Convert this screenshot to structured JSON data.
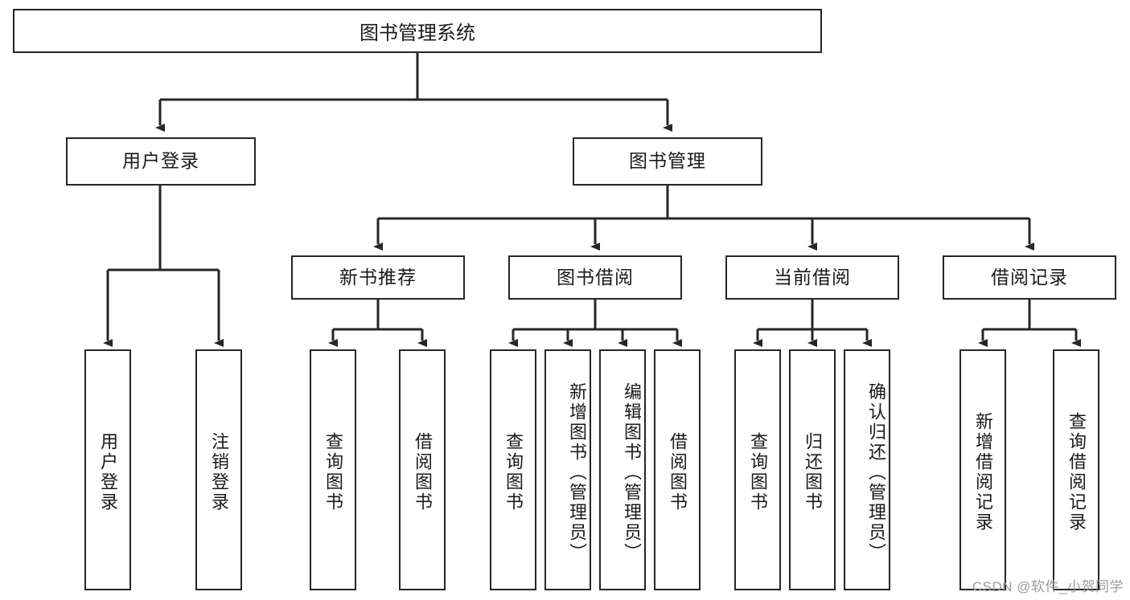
{
  "diagram": {
    "title": "图书管理系统",
    "type": "tree-hierarchy-chart",
    "root": {
      "label": "图书管理系统"
    },
    "level2": [
      {
        "label": "用户登录"
      },
      {
        "label": "图书管理"
      }
    ],
    "level3": [
      {
        "label": "新书推荐"
      },
      {
        "label": "图书借阅"
      },
      {
        "label": "当前借阅"
      },
      {
        "label": "借阅记录"
      }
    ],
    "leaves": {
      "user_login": [
        {
          "label": "用户登录"
        },
        {
          "label": "注销登录"
        }
      ],
      "new_book_recommend": [
        {
          "label": "查询图书"
        },
        {
          "label": "借阅图书"
        }
      ],
      "book_borrow": [
        {
          "label": "查询图书"
        },
        {
          "label": "新增图书（管理员）"
        },
        {
          "label": "编辑图书（管理员）"
        },
        {
          "label": "借阅图书"
        }
      ],
      "current_borrow": [
        {
          "label": "查询图书"
        },
        {
          "label": "归还图书"
        },
        {
          "label": "确认归还（管理员）"
        }
      ],
      "borrow_record": [
        {
          "label": "新增借阅记录"
        },
        {
          "label": "查询借阅记录"
        }
      ]
    }
  },
  "watermark": {
    "text": "CSDN @软件_小贺同学"
  },
  "colors": {
    "stroke": "#262626",
    "background": "#ffffff",
    "text": "#1a1a1a",
    "watermark": "#9b9b9b"
  }
}
